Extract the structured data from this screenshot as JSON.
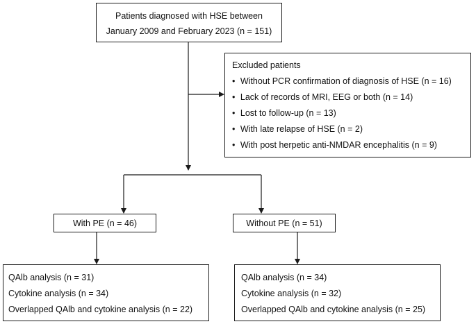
{
  "top_box": {
    "line1": "Patients diagnosed with HSE between",
    "line2": "January 2009 and February 2023 (n = 151)"
  },
  "excluded_box": {
    "title": "Excluded patients",
    "bullet_glyph": "•",
    "items": [
      "Without PCR confirmation of diagnosis of HSE (n = 16)",
      "Lack of records of MRI, EEG or both (n = 14)",
      "Lost to follow-up (n = 13)",
      "With late relapse of HSE  (n = 2)",
      "With post herpetic anti-NMDAR encephalitis (n = 9)"
    ]
  },
  "with_pe_box": {
    "label": "With PE (n = 46)"
  },
  "without_pe_box": {
    "label": "Without PE (n = 51)"
  },
  "with_pe_analysis": {
    "lines": [
      "QAlb analysis (n = 31)",
      "Cytokine analysis (n = 34)",
      "Overlapped QAlb and cytokine analysis (n = 22)"
    ]
  },
  "without_pe_analysis": {
    "lines": [
      "QAlb analysis (n = 34)",
      "Cytokine analysis (n = 32)",
      "Overlapped QAlb and cytokine analysis (n = 25)"
    ]
  },
  "colors": {
    "stroke": "#1a1a1a",
    "text": "#111111",
    "background": "#ffffff"
  }
}
